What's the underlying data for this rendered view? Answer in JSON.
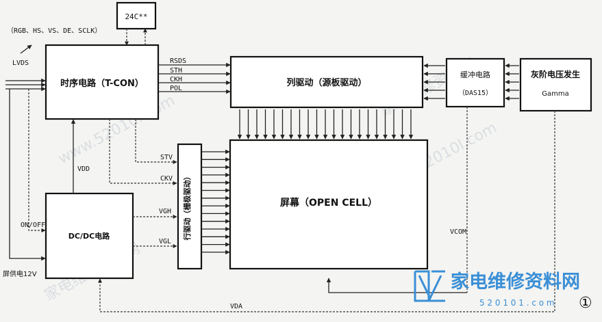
{
  "blocks": {
    "eeprom": "24C**",
    "tcon": "时序电路（T-CON）",
    "column_driver": "列驱动（源板驱动）",
    "buffer_line1": "缓冲电路",
    "buffer_line2": "（DAS15）",
    "gamma_line1": "灰阶电压发生",
    "gamma_line2": "Gamma",
    "screen": "屏幕（OPEN CELL）",
    "dcdc": "DC/DC电路",
    "row_driver": "行驱动（栅极驱动）"
  },
  "signals": {
    "input_group": "（RGB、HS、VS、DE、SCLK）",
    "lvds": "LVDS",
    "rsds": "RSDS",
    "sth": "STH",
    "ckh": "CKH",
    "pol": "POL",
    "stv": "STV",
    "ckv": "CKV",
    "vdd": "VDD",
    "vgh": "VGH",
    "vgl": "VGL",
    "on_off": "ON/OFF",
    "power_12v": "屏供电12V",
    "vcom": "VCOM",
    "vda": "VDA"
  },
  "watermark": {
    "site_cn": "家电维修资料网",
    "site_url": "www.52010l.com",
    "logo_cn": "家电维修资料网",
    "logo_url": "5 2 0 1 0 1 . c o m"
  },
  "figure_number": "①"
}
